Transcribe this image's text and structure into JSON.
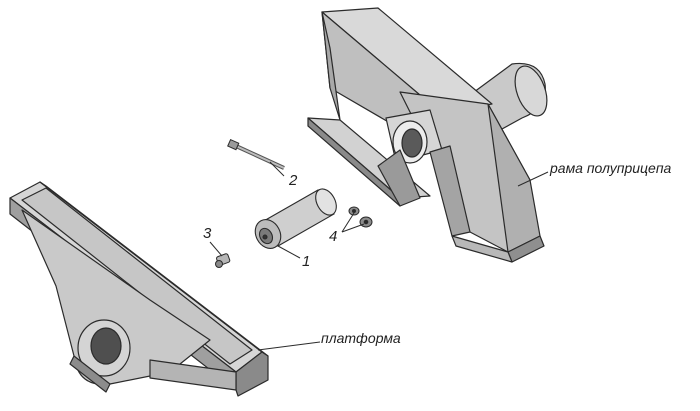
{
  "diagram": {
    "labels": {
      "frame": "рама полуприцепа",
      "platform": "платформа",
      "part1": "1",
      "part2": "2",
      "part3": "3",
      "part4": "4"
    },
    "colors": {
      "stroke": "#2b2b2b",
      "light": "#dedede",
      "mid": "#bdbdbd",
      "dark": "#8e8e8e",
      "darker": "#6e6e6e"
    }
  }
}
